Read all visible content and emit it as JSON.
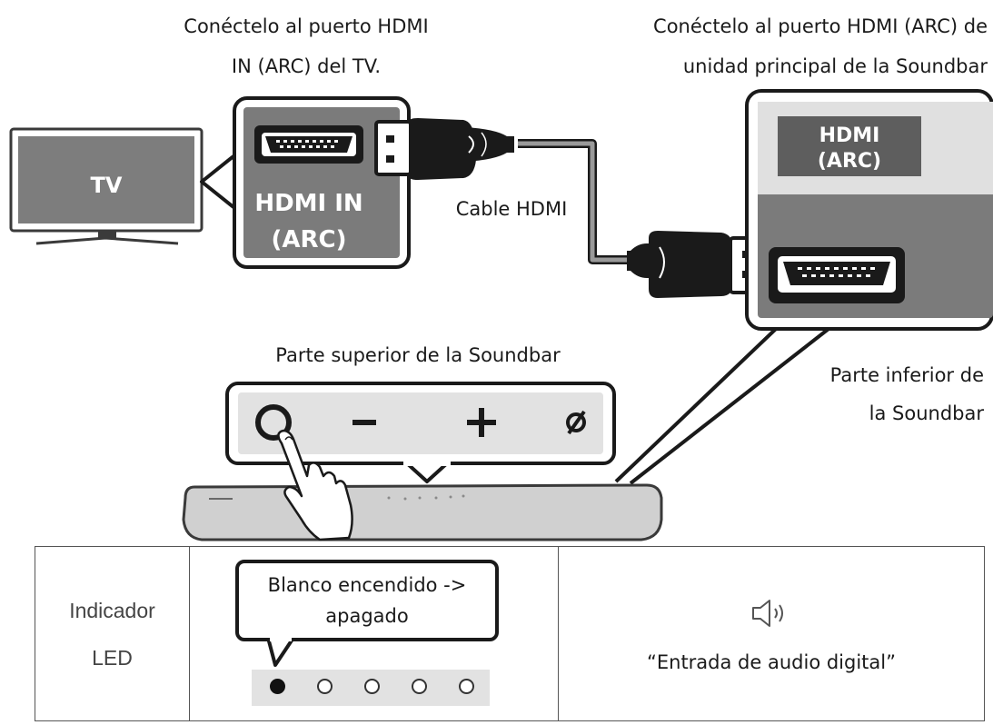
{
  "captions": {
    "tv_port_line1": "Conéctelo al puerto HDMI",
    "tv_port_line2": "IN (ARC)  del TV.",
    "soundbar_port_line1": "Conéctelo al puerto HDMI (ARC) de",
    "soundbar_port_line2": "unidad principal de la Soundbar",
    "cable": "Cable HDMI",
    "top_of_soundbar": "Parte superior de la Soundbar",
    "bottom_line1": "Parte inferior de",
    "bottom_line2": "la Soundbar"
  },
  "tv": {
    "label": "TV"
  },
  "tv_port": {
    "line1": "HDMI IN",
    "line2": "(ARC)"
  },
  "soundbar_port": {
    "line1": "HDMI",
    "line2": "(ARC)"
  },
  "buttons": {
    "power": "O",
    "minus": "−",
    "plus": "+",
    "mic": "ø"
  },
  "led_table": {
    "label_line1": "Indicador",
    "label_line2": "LED",
    "bubble_line1": "Blanco encendido ->",
    "bubble_line2": "apagado",
    "leds": [
      true,
      false,
      false,
      false,
      false
    ],
    "voice_icon": "speaker-icon",
    "voice_text": "“Entrada de audio digital”"
  },
  "colors": {
    "panel_gray": "#7b7b7b",
    "soundbar_gray": "#d0d0d0",
    "dark": "#1a1a1a"
  }
}
